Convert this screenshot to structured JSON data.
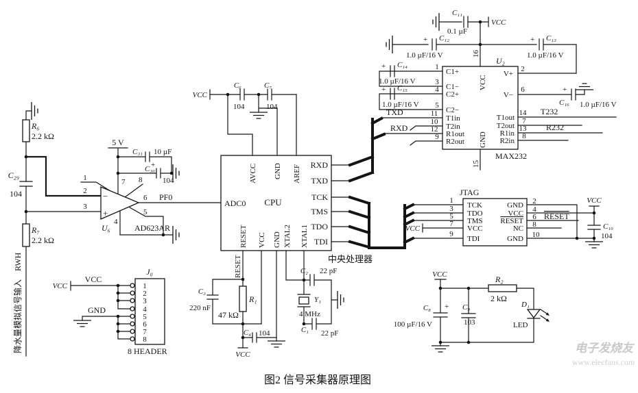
{
  "caption": "图2  信号采集器原理图",
  "watermark": {
    "brand": "电子发烧友",
    "site": "www.elecfans.com"
  },
  "nets": {
    "vcc": "VCC",
    "gnd": "GND",
    "v5": "5 V",
    "pf0": "PF0",
    "txd": "TXD",
    "rxd": "RXD",
    "t232": "T232",
    "r232": "R232",
    "reset": "RESET",
    "rwh": "降水量模拟信号输入　RWH"
  },
  "values": {
    "c104": "104",
    "c103": "103",
    "uf10_16": "1.0 µF/16 V",
    "uf01": "0.1 µF",
    "uf10": "10 µF",
    "uf100_16": "100 µF/16 V",
    "nf220": "220 nF",
    "k2_2": "2.2 kΩ",
    "k47": "47 kΩ",
    "k2": "2 kΩ",
    "pf22": "22 pF",
    "mhz4": "4 MHz",
    "plus": "+",
    "led": "LED"
  },
  "refs": {
    "r1": "R₁",
    "r2": "R₂",
    "r6": "R₆",
    "r7": "R₇",
    "c1": "C₁",
    "c2": "C₂",
    "c3": "C₃",
    "c4": "C₄",
    "c6": "C₆",
    "c7": "C₇",
    "c8": "C₈",
    "c9": "C₉",
    "c10": "C₁₀",
    "c11": "C₁₁",
    "c12": "C₁₂",
    "c13": "C₁₃",
    "c14": "C₁₄",
    "c15": "C₁₅",
    "c16": "C₁₆",
    "c29": "C₂₉",
    "c30": "C₃₀",
    "c31": "C₃₁",
    "y1": "Y₁",
    "u6": "U₆",
    "u2": "U₂",
    "j0": "J₀",
    "d1": "D₁"
  },
  "amp": {
    "part": "AD623AR",
    "minus": "−",
    "plus": "+",
    "pins": {
      "p1": "1",
      "p2": "2",
      "p3": "3",
      "p4": "4",
      "p5": "5",
      "p6": "6",
      "p7": "7",
      "p8": "8"
    }
  },
  "cpu": {
    "label": "CPU",
    "label_cn": "中央处理器",
    "adc": "ADC0",
    "top": [
      "AVCC",
      "GND",
      "AREF"
    ],
    "bottom": [
      "RESET",
      "VCC",
      "GND",
      "XTAL2",
      "XTAL1"
    ],
    "right": [
      "RXD",
      "TXD",
      "TCK",
      "TMS",
      "TDO",
      "TDI"
    ]
  },
  "max232": {
    "part": "MAX232",
    "vcc_pin": "VCC",
    "gnd_pin": "GND",
    "pin16": "16",
    "pin15": "15",
    "left": {
      "labels": [
        "C1+",
        "C1−",
        "C2+",
        "C2−",
        "T1in",
        "T2in",
        "R1out",
        "R2out"
      ],
      "nums": [
        "1",
        "3",
        "4",
        "5",
        "11",
        "10",
        "12",
        "9"
      ]
    },
    "right": {
      "labels": [
        "V+",
        "V−",
        "T1out",
        "T2out",
        "R1in",
        "R2in"
      ],
      "nums": [
        "2",
        "6",
        "14",
        "7",
        "13",
        "8"
      ]
    }
  },
  "jtag": {
    "title": "JTAG",
    "reset_net": "RESET",
    "left": {
      "nums": [
        "1",
        "3",
        "5",
        "7",
        "9"
      ],
      "labels": [
        "TCK",
        "TDO",
        "TMS",
        "VCC",
        "TDI"
      ]
    },
    "right": {
      "nums": [
        "2",
        "4",
        "6",
        "8",
        "10"
      ],
      "labels": [
        "GND",
        "VCC",
        "RESET",
        "NC",
        "GND"
      ]
    }
  },
  "header": {
    "pins": [
      "1",
      "2",
      "3",
      "4",
      "5",
      "6",
      "7",
      "8"
    ],
    "label": "8 HEADER"
  }
}
